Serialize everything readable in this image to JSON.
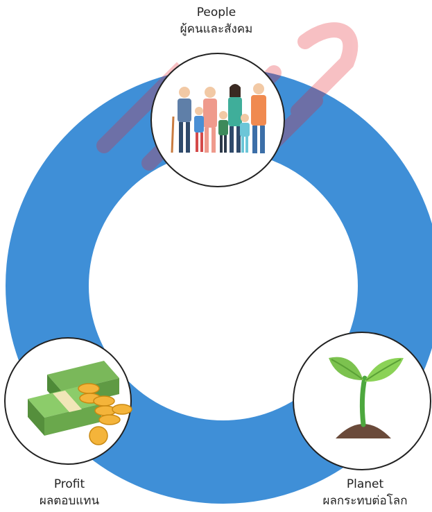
{
  "nodes": {
    "people": {
      "title": "People",
      "subtitle": "ผู้คนและสังคม",
      "icon": "family-icon"
    },
    "profit": {
      "title": "Profit",
      "subtitle": "ผลตอบแทน",
      "icon": "money-icon"
    },
    "planet": {
      "title": "Planet",
      "subtitle": "ผลกระทบต่อโลก",
      "icon": "sprout-icon"
    }
  },
  "colors": {
    "ring": "#3f8fd7",
    "watermark": "#e5202a",
    "circle_border": "#222222"
  }
}
